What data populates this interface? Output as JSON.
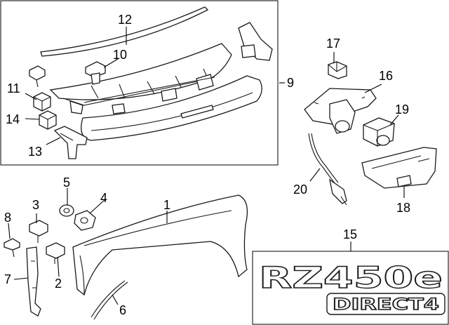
{
  "callouts": {
    "c1": "1",
    "c2": "2",
    "c3": "3",
    "c4": "4",
    "c5": "5",
    "c6": "6",
    "c7": "7",
    "c8": "8",
    "c9": "9",
    "c10": "10",
    "c11": "11",
    "c12": "12",
    "c13": "13",
    "c14": "14",
    "c15": "15",
    "c16": "16",
    "c17": "17",
    "c18": "18",
    "c19": "19",
    "c20": "20"
  },
  "badges": {
    "model": "RZ450e",
    "grade": "DIRECT4"
  }
}
